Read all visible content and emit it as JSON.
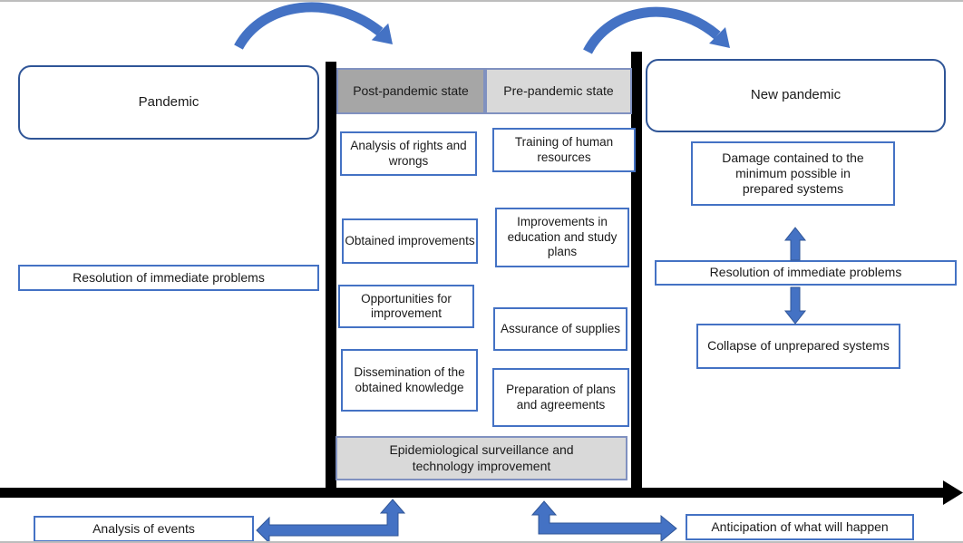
{
  "colors": {
    "arrow_fill": "#4472c4",
    "arrow_stroke": "#2f5597",
    "box_border": "#4472c4",
    "rounded_box_border": "#2f5597",
    "header_dark_fill": "#a6a6a6",
    "header_light_fill": "#d9d9d9",
    "timeline": "#000000"
  },
  "left": {
    "pandemic": "Pandemic",
    "resolution": "Resolution of immediate problems"
  },
  "columns": {
    "post": {
      "header": "Post-pandemic state",
      "items": [
        "Analysis of rights and wrongs",
        "Obtained improvements",
        "Opportunities for improvement",
        "Dissemination of the obtained knowledge"
      ]
    },
    "pre": {
      "header": "Pre-pandemic state",
      "items": [
        "Training of human resources",
        "Improvements in education and study plans",
        "Assurance of supplies",
        "Preparation of plans and agreements"
      ]
    },
    "span": "Epidemiological surveillance and technology improvement"
  },
  "right": {
    "new_pandemic": "New pandemic",
    "damage": "Damage contained to the minimum possible in prepared systems",
    "resolution": "Resolution of immediate problems",
    "collapse": "Collapse of unprepared systems"
  },
  "bottom": {
    "analysis_events": "Analysis of events",
    "anticipation": "Anticipation of what will happen"
  }
}
